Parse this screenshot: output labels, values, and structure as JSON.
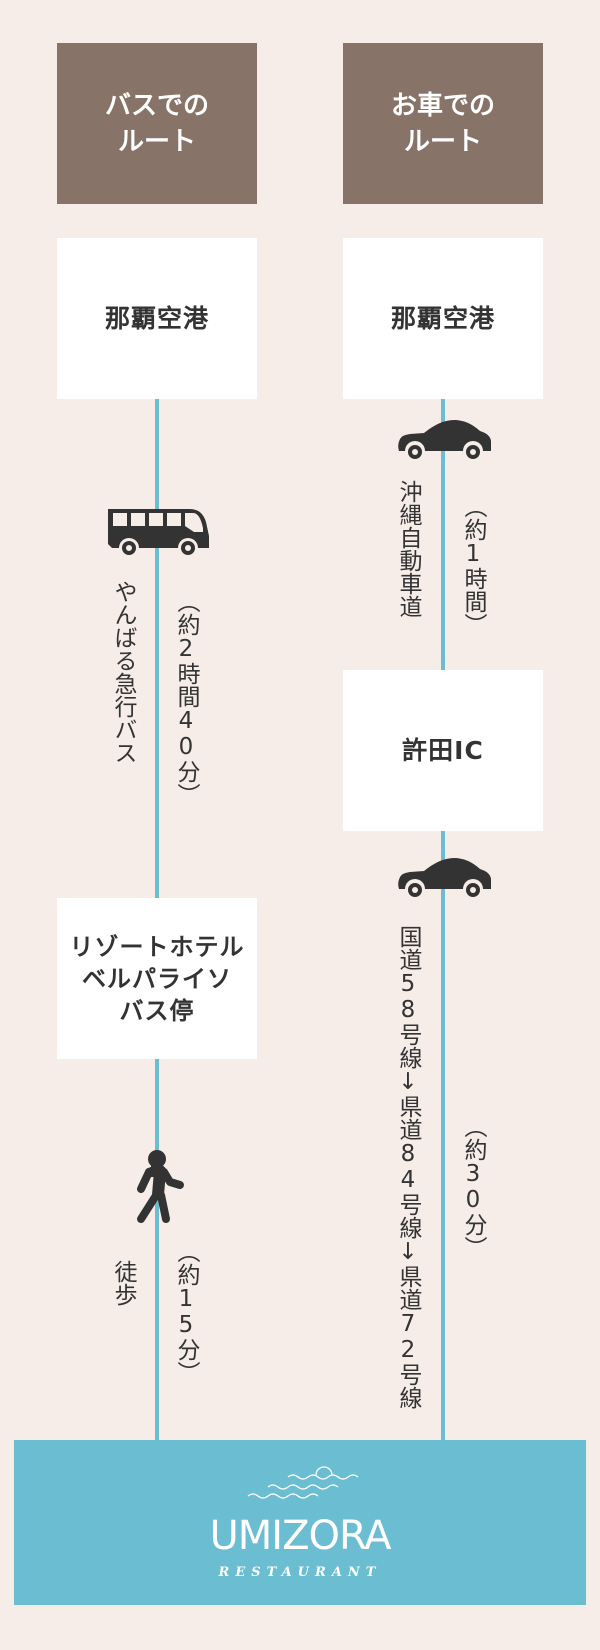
{
  "colors": {
    "background": "#f6ede8",
    "header_box": "#877367",
    "route_line": "#6bbdd1",
    "destination": "#6bbdd1",
    "text": "#333333"
  },
  "bus_route": {
    "header": "バスでの\nルート",
    "start": "那覇空港",
    "segment1": {
      "icon": "bus-icon",
      "name": "やんばる急行バス",
      "duration": "（約2時間40分）"
    },
    "transfer": "リゾートホテル\nベルパライソ\nバス停",
    "segment2": {
      "icon": "walking-person-icon",
      "name": "徒歩",
      "duration": "（約15分）"
    }
  },
  "car_route": {
    "header": "お車での\nルート",
    "start": "那覇空港",
    "segment1": {
      "icon": "car-icon",
      "name": "沖縄自動車道",
      "duration": "（約1時間）"
    },
    "transfer": "許田IC",
    "segment2": {
      "icon": "car-icon",
      "name": "国道58号線↓県道84号線↓県道72号線",
      "duration": "（約30分）"
    }
  },
  "destination": {
    "icon": "sun-waves-logo-icon",
    "name": "UMIZORA",
    "subtitle": "RESTAURANT"
  }
}
